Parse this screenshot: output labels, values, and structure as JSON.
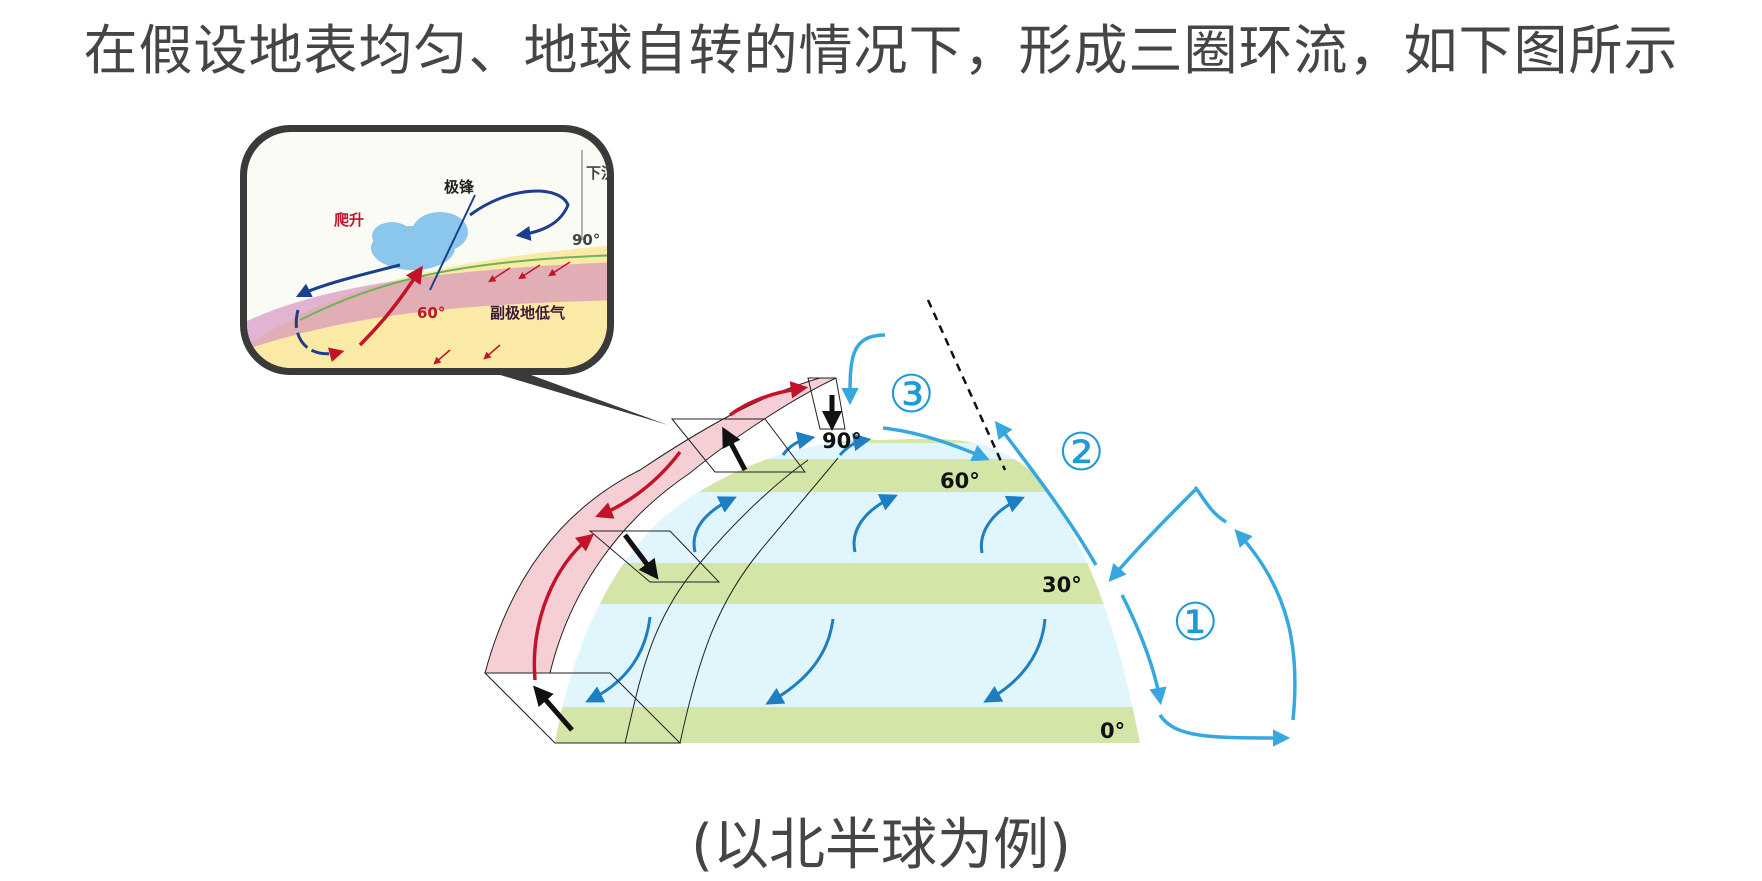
{
  "title": "在假设地表均匀、地球自转的情况下，形成三圈环流，如下图所示",
  "caption": "(以北半球为例)",
  "diagram": {
    "latitudes": [
      "90°",
      "60°",
      "30°",
      "0°"
    ],
    "cells": [
      "①",
      "②",
      "③"
    ],
    "inset": {
      "labels": [
        "极锋",
        "爬升",
        "下沉",
        "90°",
        "60°",
        "副极地低气"
      ]
    }
  },
  "colors": {
    "hemisphere": "#e0f5fc",
    "belt": "#d3e6a7",
    "polar_cell": "#f3c7cb",
    "blue_arrow": "#1d7fc1",
    "light_blue": "#37a8df",
    "red_arrow": "#c3132a"
  }
}
